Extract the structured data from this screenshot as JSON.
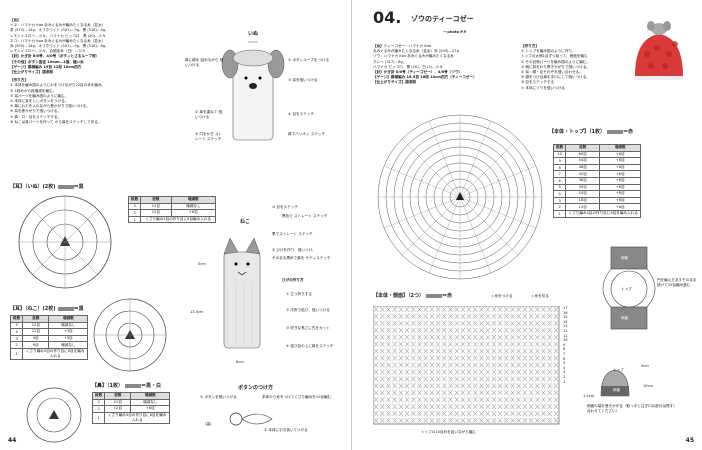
{
  "left": {
    "materials_label": "【糸】",
    "materials": [
      "イヌ：ハマナカ itoa あみぐるみが編みたくなる糸（並太）",
      "茶 (510)…14g、オフホワイト (501)…9g、黒 (518)…4g、",
      "レモンイエロー…少々、ハマナカ ピッコロ　黒 (20)…少々",
      "ネコ：ハマナカ itoa あみぐるみが編みたくなる糸（並太）",
      "赤 (505)…14g、オフホワイト (501)…9g、黒 (518)…6g、",
      "レモンイエロー…少々、合細毛糸（白）…少々"
    ],
    "tools": "【針】かぎ針 6/0号、4/0号（ボタンとさるループ用）",
    "other": "【その他】ボタン直径 10mm…1個、縫い糸",
    "gauge": "【ゲージ】模様編み 19目 12段 10cm四方",
    "size": "【仕上がりサイズ】図参照",
    "steps_label": "【作り方】",
    "steps": [
      "① 本体を編み図のようにわをつけながら22目の本を編み、",
      "② 1段めから段増減を編む。",
      "③ 耳パーツを編み図のように編む。",
      "④ 本体に耳をとじボタンをつける。",
      "⑤ 鼻にわたを入れながら巻かがりで縫いつける。",
      "⑥ 耳を巻かがりで縫いつける。",
      "⑦ 鼻・口・目をステッチする。",
      "⑧ ねこは耳パーツを作って から鼻をステッチして作る。"
    ],
    "ear_dog_label": "【耳】（いぬ）(2枚)",
    "ear_dog_color": "＝黒",
    "ear_cat_label": "【耳】（ねこ）(2枚)",
    "ear_cat_color": "＝黒",
    "nose_label": "【鼻】（1枚）",
    "nose_color": "＝黒・白",
    "table_headers": [
      "段数",
      "目数",
      "増減数"
    ],
    "ear_dog_rows": [
      [
        "3",
        "12目",
        "増減なし"
      ],
      [
        "2",
        "12目",
        "+6目"
      ],
      [
        "1",
        "くさり編み3目の作り目に6目編み入れる",
        ""
      ]
    ],
    "ear_cat_rows": [
      [
        "5",
        "12目",
        "増減なし"
      ],
      [
        "4",
        "12目",
        "+3目"
      ],
      [
        "3",
        "9目",
        "+3目"
      ],
      [
        "2",
        "6目",
        "増減なし"
      ],
      [
        "1",
        "くさり編み3目の作り目に6目を編み入れる",
        ""
      ]
    ],
    "nose_rows": [
      [
        "3",
        "12目",
        "増減なし"
      ],
      [
        "2",
        "12目",
        "+6目"
      ],
      [
        "1",
        "くさり編み3目の作り目に6目を編み入れる",
        ""
      ]
    ],
    "dog_title": "いぬ",
    "dog_notes": [
      "① ボタンループを つける",
      "鼻に綿を 詰めながら 縫いつける",
      "③ 耳を縫いつける",
      "④ 目をステッチ",
      "② 鼻を重ねて 縫いつける",
      "⑤ 口をかぎ ストレート ステッチ",
      "鼻でバリオン ステッチ"
    ],
    "cat_title": "ねこ",
    "cat_notes": [
      "③ 目をステッチ",
      "黒色で ストレート ステッチ",
      "黒でストレート ステッチ",
      "② ひげを作り、縫いつけ、",
      "そのまま黒糸で鼻を サテンステッチ",
      "ひげの作り方",
      "① 立つ折りする",
      "② 中央で結び、縫いつける",
      "③ 好きな長さに先をカット",
      "④ 結び目の上に鼻をステッチ"
    ],
    "dim_5cm": "5cm",
    "dim_135cm": "13.5cm",
    "dim_8cm": "8cm",
    "button_title": "ボタンのつけ方",
    "button_notes": [
      "① ボタンを縫いつける",
      "本体から糸をつけてくさり編みを10目編む",
      "(裏)",
      "② 本体に引き抜いてつける"
    ],
    "page_number": "44"
  },
  "right": {
    "title_number": "04.",
    "title_text": "ゾウのティーコゼー",
    "photo_ref": "→ photo  P.9",
    "materials_label": "【糸】",
    "materials": [
      "ティーコゼー：ハマナカ itoa",
      "あみぐるみが編みたくなる糸（並太）赤 (505)…27g",
      "ゾウ：ハマナカ itoa あみぐるみが編みたくなる糸",
      "グレー (317)…6g、",
      "ハマナカ ピッコロ　黒 (20)、白 (2)…少々"
    ],
    "tools": "【針】かぎ針 8/0号（ティーコゼー）、4/0号（ゾウ）",
    "gauge": "【ゲージ】模様編み 16.5目 18段 10cm四方（ティーコゼー）",
    "size": "【仕上がりサイズ】図参照",
    "steps_label": "【作り方】",
    "steps": [
      "① トップを編み図のように作り、",
      "トップの太側1目ずつ拾って、側面を編む",
      "② その目側パーツを編み図のように編む。",
      "③ 側に耳をわた巻きかがりで縫いつける。",
      "④ 耳・胴・足それぞれ縫い合わせる。",
      "⑤ 顔をつけ目鼻を手口にして縫いつける。",
      "⑥ 目をステッチする",
      "⑦ 本体にゾウを縫いつける"
    ],
    "top_label": "【本体・トップ】（1枚）",
    "top_color": "＝赤",
    "top_rows": [
      [
        "10",
        "60目",
        "+6目"
      ],
      [
        "9",
        "54目",
        "+6目"
      ],
      [
        "8",
        "48目",
        "+6目"
      ],
      [
        "7",
        "42目",
        "+6目"
      ],
      [
        "6",
        "36目",
        "+6目"
      ],
      [
        "5",
        "30目",
        "+6目"
      ],
      [
        "4",
        "24目",
        "+6目"
      ],
      [
        "3",
        "18目",
        "+6目"
      ],
      [
        "2",
        "12目",
        "+6目"
      ],
      [
        "1",
        "くさり編み3目の作り目に6目を編み入れる",
        ""
      ]
    ],
    "side_label": "【本体・側面】（2つ）",
    "side_color": "＝赤",
    "side_note": "＝糸をつける",
    "side_note2": "＝糸を切る",
    "bottom_caption": "トップの10目めを拾いながら編む",
    "row_numbers": [
      "17",
      "16",
      "15",
      "14",
      "13",
      "12",
      "11",
      "10",
      "9",
      "8",
      "7",
      "6",
      "5",
      "4",
      "3",
      "2",
      "1"
    ],
    "assembly": {
      "side": "側面",
      "top": "トップ",
      "note": "円を編んだあすそのまま続けて29目編み進む",
      "top2": "トップ",
      "side2": "側面",
      "dim_5cm": "5cm",
      "dim_10cm": "10cm",
      "dim_15cm": "1.5cm",
      "caption": "側面の端を巻きかがる（取っ手と注ぎ口の部分は残す）合わせてください）"
    },
    "page_number": "45"
  }
}
